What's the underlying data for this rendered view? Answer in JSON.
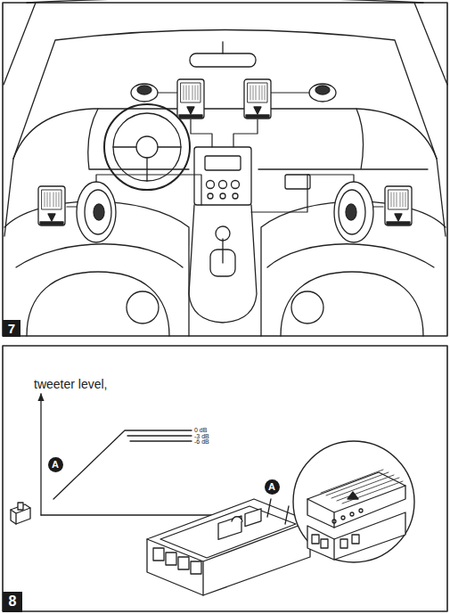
{
  "diagram": {
    "nodes": [
      {
        "text": [
          "7"
        ]
      },
      {
        "text": [
          "A"
        ]
      },
      {
        "text": [
          "A"
        ]
      },
      {
        "text": [
          "8"
        ]
      }
    ],
    "labels": [
      "tweeter level,",
      "0 dB",
      "-3 dB",
      "-6 dB"
    ]
  }
}
